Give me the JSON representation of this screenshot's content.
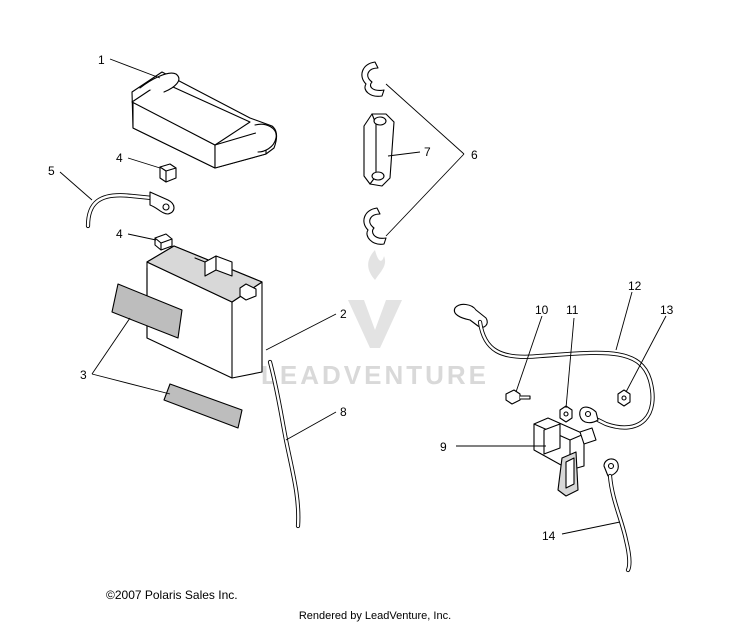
{
  "callouts": [
    "1",
    "2",
    "3",
    "4",
    "4",
    "5",
    "6",
    "7",
    "8",
    "9",
    "10",
    "11",
    "12",
    "13",
    "14"
  ],
  "watermark": {
    "brand": "LEADVENTURE"
  },
  "footer": {
    "copyright": "©2007 Polaris Sales Inc.",
    "rendered_by": "Rendered by LeadVenture, Inc."
  },
  "colors": {
    "line": "#000000",
    "shade": "#bdbdbd",
    "watermark": "#d9d9d9",
    "background": "#ffffff"
  }
}
